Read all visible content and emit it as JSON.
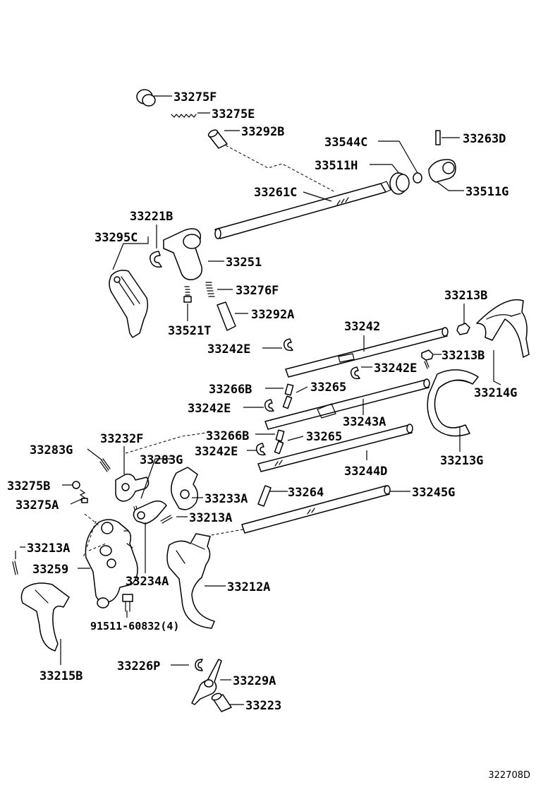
{
  "labels": {
    "p33275F": "33275F",
    "p33275E": "33275E",
    "p33292B": "33292B",
    "p33544C": "33544C",
    "p33263D": "33263D",
    "p33511H": "33511H",
    "p33261C": "33261C",
    "p33511G": "33511G",
    "p33221B": "33221B",
    "p33295C": "33295C",
    "p33251": "33251",
    "p33276F": "33276F",
    "p33213B_top": "33213B",
    "p33292A": "33292A",
    "p33521T": "33521T",
    "p33242": "33242",
    "p33242E_1": "33242E",
    "p33213B_mid": "33213B",
    "p33242E_2": "33242E",
    "p33214G": "33214G",
    "p33266B_1": "33266B",
    "p33265_1": "33265",
    "p33242E_3": "33242E",
    "p33243A": "33243A",
    "p33232F": "33232F",
    "p33266B_2": "33266B",
    "p33265_2": "33265",
    "p33283G_1": "33283G",
    "p33242E_4": "33242E",
    "p33283G_2": "33283G",
    "p33244D": "33244D",
    "p33213G": "33213G",
    "p33275B": "33275B",
    "p33264": "33264",
    "p33245G": "33245G",
    "p33233A": "33233A",
    "p33275A": "33275A",
    "p33213A_1": "33213A",
    "p33213A_2": "33213A",
    "p33259": "33259",
    "p33234A": "33234A",
    "p33212A": "33212A",
    "p91511": "91511-60832(4)",
    "p33215B": "33215B",
    "p33226P": "33226P",
    "p33229A": "33229A",
    "p33223": "33223"
  },
  "diagram_code": "322708D"
}
